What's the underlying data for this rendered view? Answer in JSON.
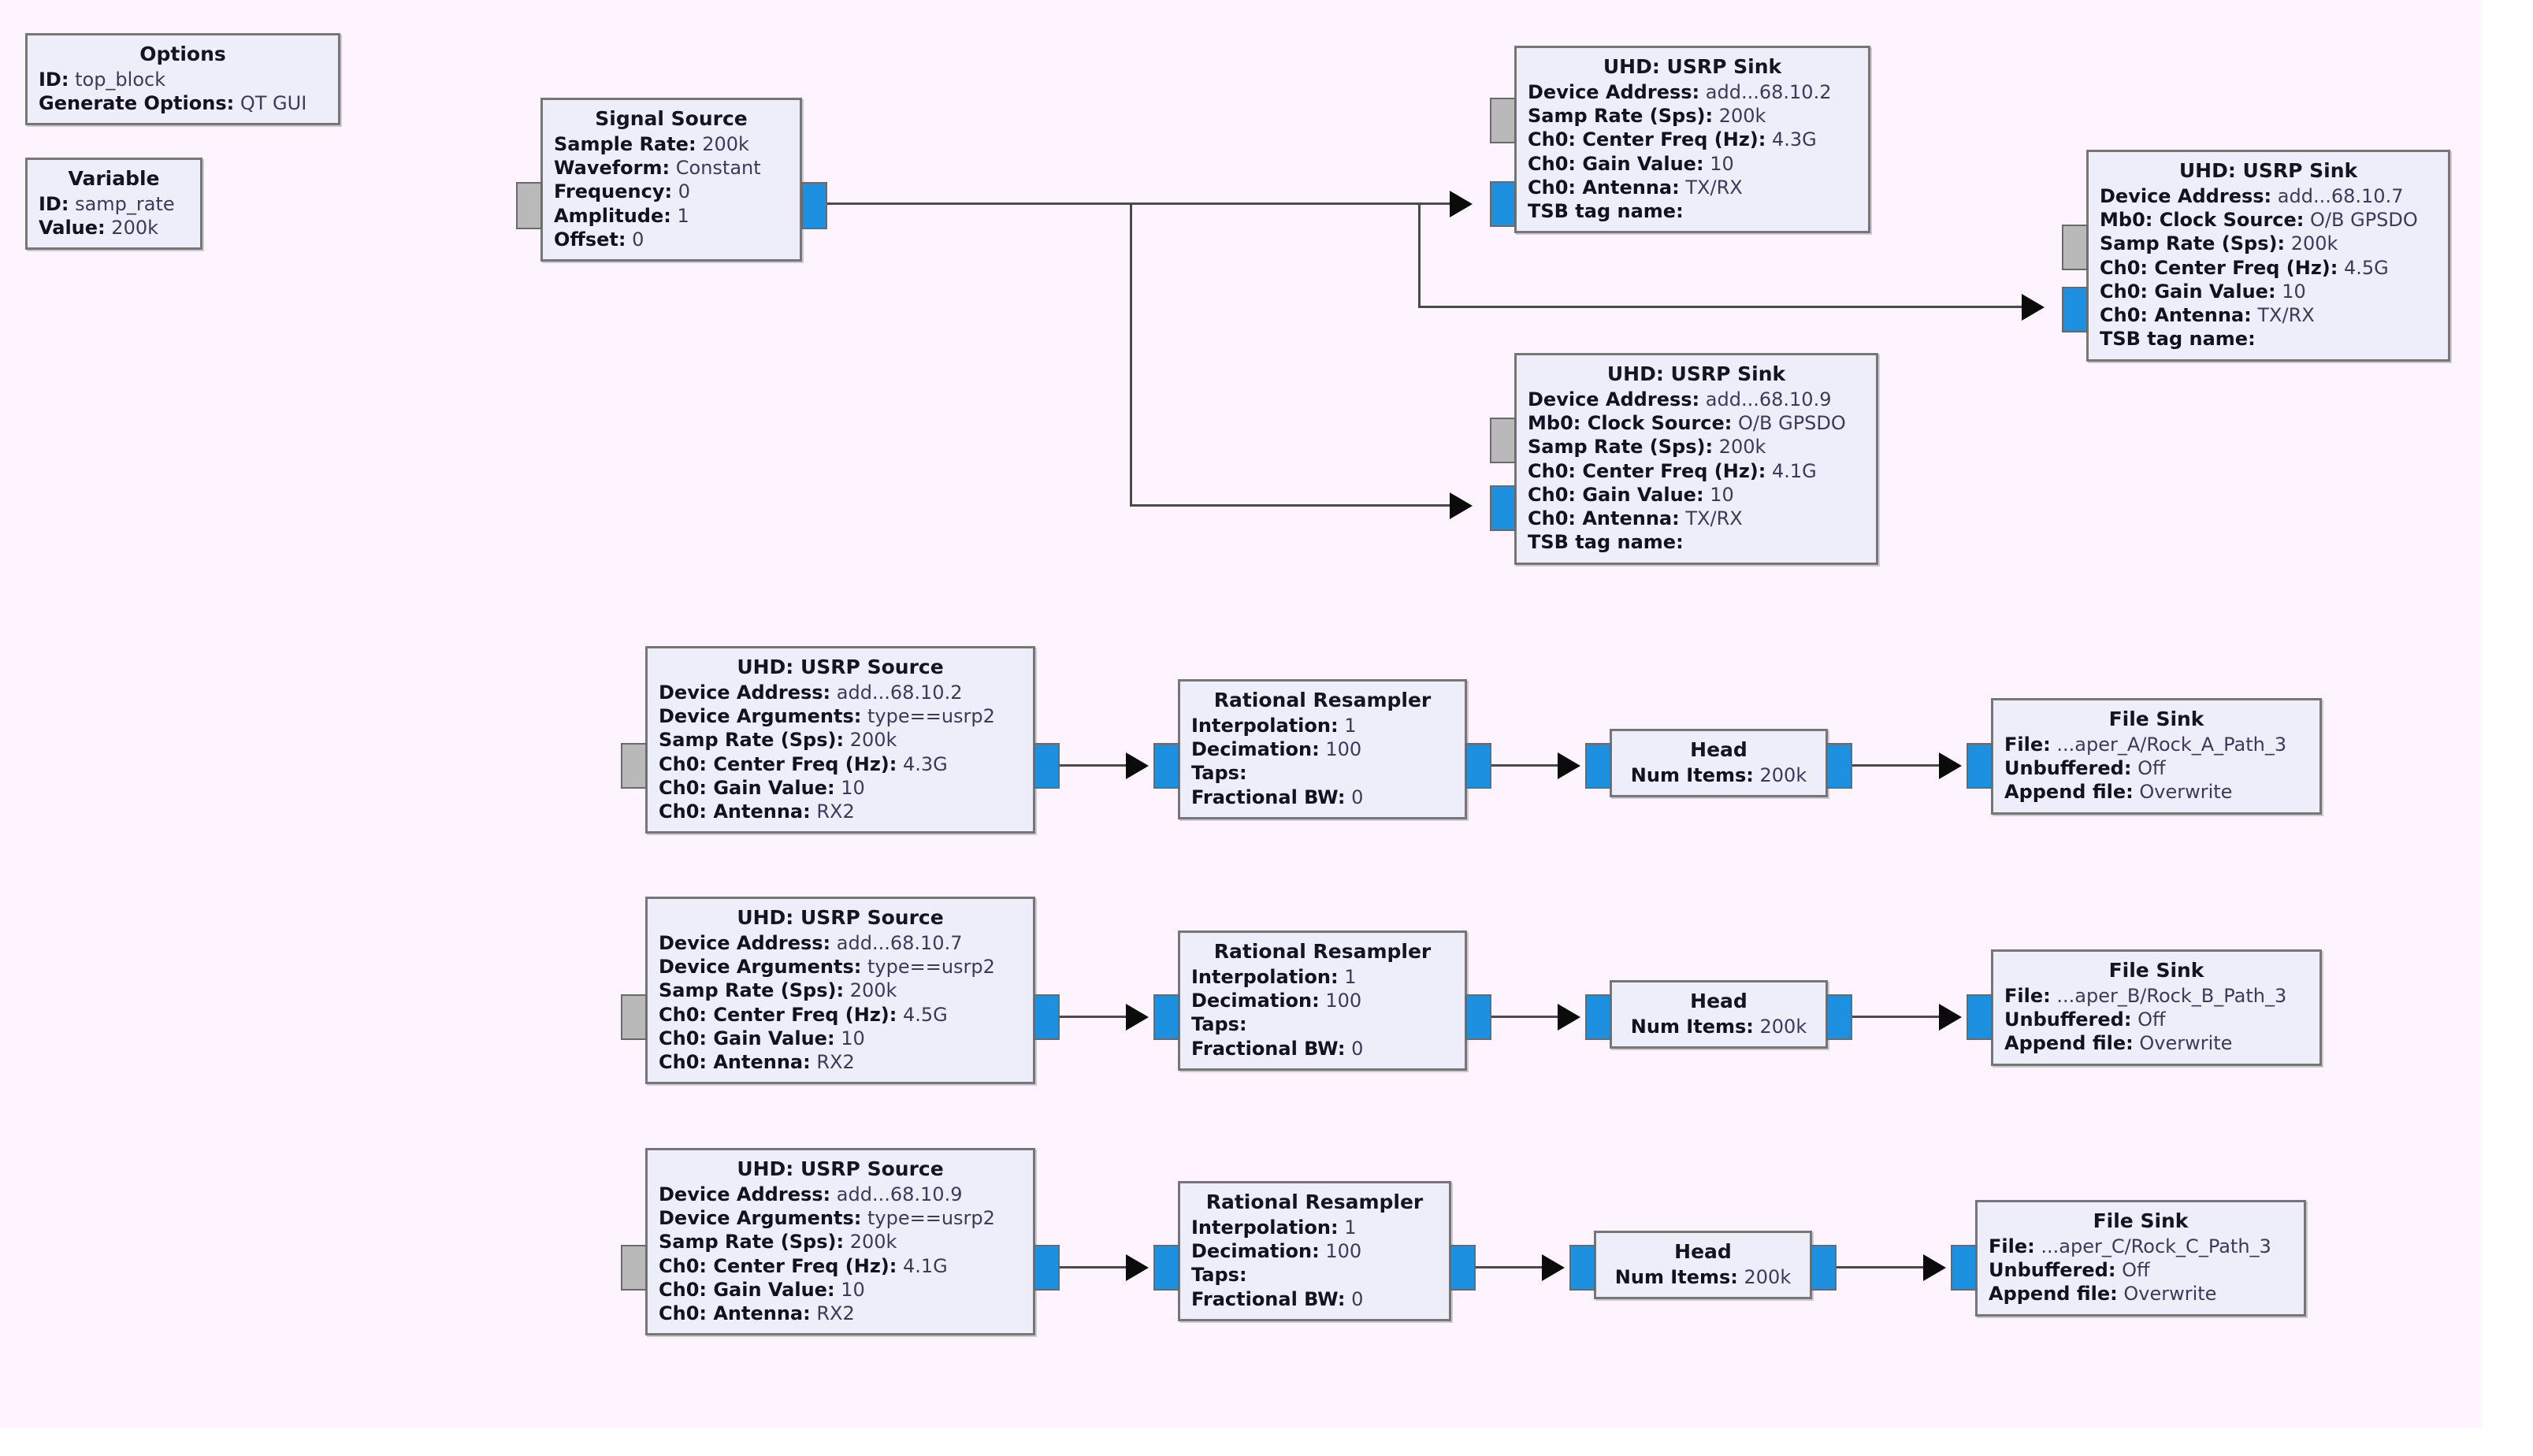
{
  "canvas": {
    "background_color": "#fdf4ff",
    "block_fill_color": "#eeeefb",
    "block_border_color": "#767676",
    "port_blue_color": "#1e90e0",
    "port_gray_color": "#b9b9b9",
    "wire_color": "#4a4a4a"
  },
  "blocks": {
    "options": {
      "title": "Options",
      "rows": [
        {
          "key": "ID:",
          "value": "top_block"
        },
        {
          "key": "Generate Options:",
          "value": "QT GUI"
        }
      ]
    },
    "variable": {
      "title": "Variable",
      "rows": [
        {
          "key": "ID:",
          "value": "samp_rate"
        },
        {
          "key": "Value:",
          "value": "200k"
        }
      ]
    },
    "signal_source": {
      "title": "Signal Source",
      "rows": [
        {
          "key": "Sample Rate:",
          "value": "200k"
        },
        {
          "key": "Waveform:",
          "value": "Constant"
        },
        {
          "key": "Frequency:",
          "value": "0"
        },
        {
          "key": "Amplitude:",
          "value": "1"
        },
        {
          "key": "Offset:",
          "value": "0"
        }
      ]
    },
    "usrp_sink_a": {
      "title": "UHD: USRP Sink",
      "rows": [
        {
          "key": "Device Address:",
          "value": "add...68.10.2"
        },
        {
          "key": "Samp Rate (Sps):",
          "value": "200k"
        },
        {
          "key": "Ch0: Center Freq (Hz):",
          "value": "4.3G"
        },
        {
          "key": "Ch0: Gain Value:",
          "value": "10"
        },
        {
          "key": "Ch0: Antenna:",
          "value": "TX/RX"
        },
        {
          "key": "TSB tag name:",
          "value": ""
        }
      ]
    },
    "usrp_sink_b": {
      "title": "UHD: USRP Sink",
      "rows": [
        {
          "key": "Device Address:",
          "value": "add...68.10.7"
        },
        {
          "key": "Mb0: Clock Source:",
          "value": "O/B GPSDO"
        },
        {
          "key": "Samp Rate (Sps):",
          "value": "200k"
        },
        {
          "key": "Ch0: Center Freq (Hz):",
          "value": "4.5G"
        },
        {
          "key": "Ch0: Gain Value:",
          "value": "10"
        },
        {
          "key": "Ch0: Antenna:",
          "value": "TX/RX"
        },
        {
          "key": "TSB tag name:",
          "value": ""
        }
      ]
    },
    "usrp_sink_c": {
      "title": "UHD: USRP Sink",
      "rows": [
        {
          "key": "Device Address:",
          "value": "add...68.10.9"
        },
        {
          "key": "Mb0: Clock Source:",
          "value": "O/B GPSDO"
        },
        {
          "key": "Samp Rate (Sps):",
          "value": "200k"
        },
        {
          "key": "Ch0: Center Freq (Hz):",
          "value": "4.1G"
        },
        {
          "key": "Ch0: Gain Value:",
          "value": "10"
        },
        {
          "key": "Ch0: Antenna:",
          "value": "TX/RX"
        },
        {
          "key": "TSB tag name:",
          "value": ""
        }
      ]
    },
    "usrp_source_a": {
      "title": "UHD: USRP Source",
      "rows": [
        {
          "key": "Device Address:",
          "value": "add...68.10.2"
        },
        {
          "key": "Device Arguments:",
          "value": "type==usrp2"
        },
        {
          "key": "Samp Rate (Sps):",
          "value": "200k"
        },
        {
          "key": "Ch0: Center Freq (Hz):",
          "value": "4.3G"
        },
        {
          "key": "Ch0: Gain Value:",
          "value": "10"
        },
        {
          "key": "Ch0: Antenna:",
          "value": "RX2"
        }
      ]
    },
    "usrp_source_b": {
      "title": "UHD: USRP Source",
      "rows": [
        {
          "key": "Device Address:",
          "value": "add...68.10.7"
        },
        {
          "key": "Device Arguments:",
          "value": "type==usrp2"
        },
        {
          "key": "Samp Rate (Sps):",
          "value": "200k"
        },
        {
          "key": "Ch0: Center Freq (Hz):",
          "value": "4.5G"
        },
        {
          "key": "Ch0: Gain Value:",
          "value": "10"
        },
        {
          "key": "Ch0: Antenna:",
          "value": "RX2"
        }
      ]
    },
    "usrp_source_c": {
      "title": "UHD: USRP Source",
      "rows": [
        {
          "key": "Device Address:",
          "value": "add...68.10.9"
        },
        {
          "key": "Device Arguments:",
          "value": "type==usrp2"
        },
        {
          "key": "Samp Rate (Sps):",
          "value": "200k"
        },
        {
          "key": "Ch0: Center Freq (Hz):",
          "value": "4.1G"
        },
        {
          "key": "Ch0: Gain Value:",
          "value": "10"
        },
        {
          "key": "Ch0: Antenna:",
          "value": "RX2"
        }
      ]
    },
    "resampler_a": {
      "title": "Rational Resampler",
      "rows": [
        {
          "key": "Interpolation:",
          "value": "1"
        },
        {
          "key": "Decimation:",
          "value": "100"
        },
        {
          "key": "Taps:",
          "value": ""
        },
        {
          "key": "Fractional BW:",
          "value": "0"
        }
      ]
    },
    "resampler_b": {
      "title": "Rational Resampler",
      "rows": [
        {
          "key": "Interpolation:",
          "value": "1"
        },
        {
          "key": "Decimation:",
          "value": "100"
        },
        {
          "key": "Taps:",
          "value": ""
        },
        {
          "key": "Fractional BW:",
          "value": "0"
        }
      ]
    },
    "resampler_c": {
      "title": "Rational Resampler",
      "rows": [
        {
          "key": "Interpolation:",
          "value": "1"
        },
        {
          "key": "Decimation:",
          "value": "100"
        },
        {
          "key": "Taps:",
          "value": ""
        },
        {
          "key": "Fractional BW:",
          "value": "0"
        }
      ]
    },
    "head_a": {
      "title": "Head",
      "rows": [
        {
          "key": "Num Items:",
          "value": "200k"
        }
      ]
    },
    "head_b": {
      "title": "Head",
      "rows": [
        {
          "key": "Num Items:",
          "value": "200k"
        }
      ]
    },
    "head_c": {
      "title": "Head",
      "rows": [
        {
          "key": "Num Items:",
          "value": "200k"
        }
      ]
    },
    "file_sink_a": {
      "title": "File Sink",
      "rows": [
        {
          "key": "File:",
          "value": "...aper_A/Rock_A_Path_3"
        },
        {
          "key": "Unbuffered:",
          "value": "Off"
        },
        {
          "key": "Append file:",
          "value": "Overwrite"
        }
      ]
    },
    "file_sink_b": {
      "title": "File Sink",
      "rows": [
        {
          "key": "File:",
          "value": "...aper_B/Rock_B_Path_3"
        },
        {
          "key": "Unbuffered:",
          "value": "Off"
        },
        {
          "key": "Append file:",
          "value": "Overwrite"
        }
      ]
    },
    "file_sink_c": {
      "title": "File Sink",
      "rows": [
        {
          "key": "File:",
          "value": "...aper_C/Rock_C_Path_3"
        },
        {
          "key": "Unbuffered:",
          "value": "Off"
        },
        {
          "key": "Append file:",
          "value": "Overwrite"
        }
      ]
    }
  }
}
